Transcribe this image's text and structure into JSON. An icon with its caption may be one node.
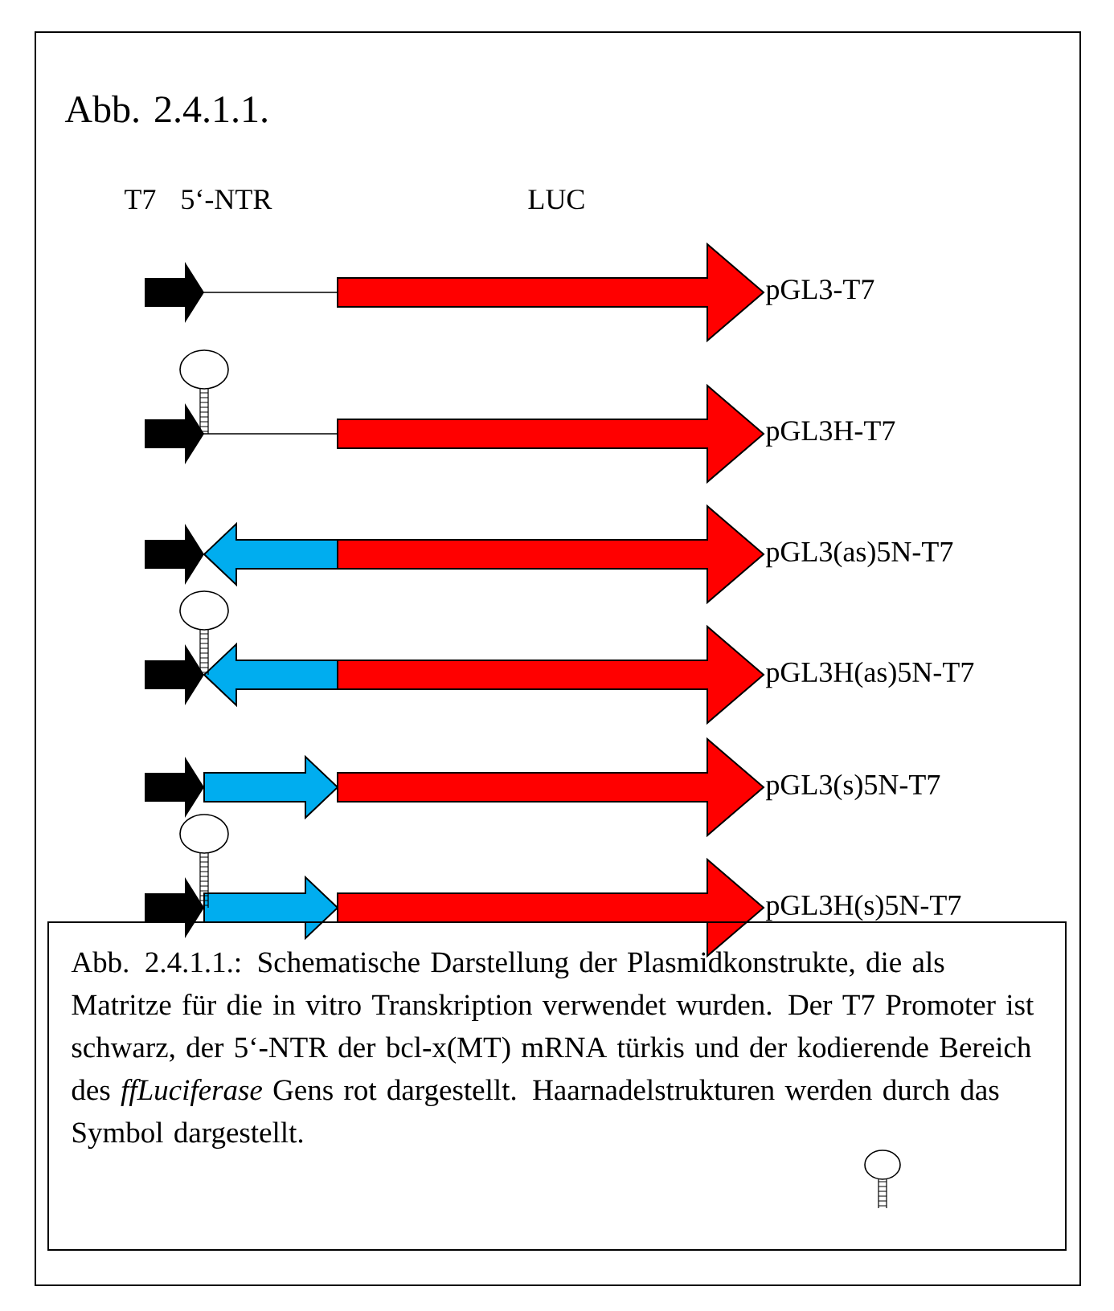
{
  "diagram": {
    "title": "Abb. 2.4.1.1.",
    "caption": "Abb. 2.4.1.1.: Schematische Darstellung der Plasmidkonstrukte, die als Matritze für die in vitro Transkription verwendet wurden. Der T7 Promoter ist schwarz, der 5‘-NTR der bcl-x(MT) mRNA türkis und der kodierende Bereich des *ffLuciferase* Gens rot dargestellt. Haarnadelstrukturen werden durch das Symbol dargestellt.",
    "labels": [
      "T7",
      "5‘-NTR",
      "LUC",
      "pGL3-T7",
      "pGL3H-T7",
      "pGL3(as)5N-T7",
      "pGL3H(as)5N-T7",
      "pGL3(s)5N-T7",
      "pGL3H(s)5N-T7"
    ]
  }
}
